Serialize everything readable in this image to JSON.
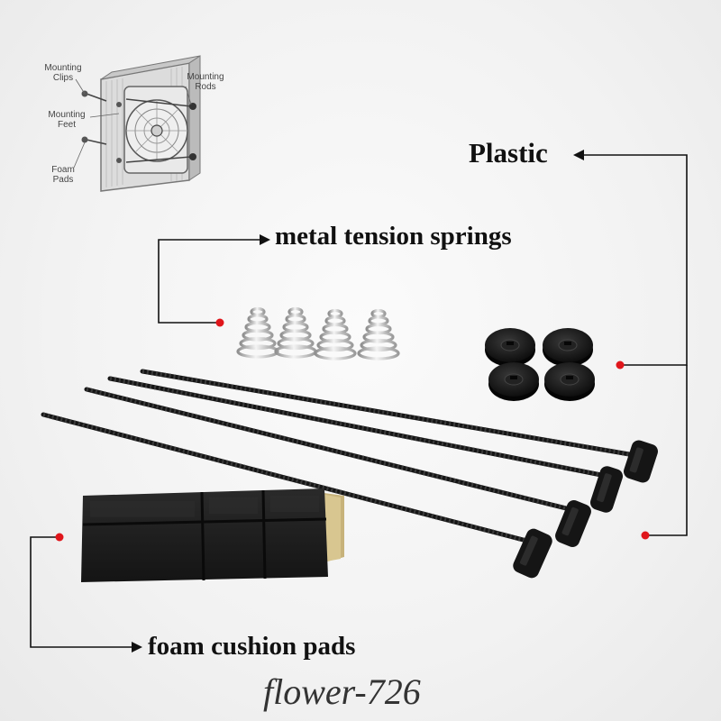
{
  "diagram": {
    "mounting_clips": "Mounting Clips",
    "mounting_feet": "Mounting Feet",
    "foam_pads": "Foam Pads",
    "mounting_rods": "Mounting Rods"
  },
  "labels": {
    "plastic": "Plastic",
    "springs": "metal tension springs",
    "foam": "foam cushion pads"
  },
  "watermark": "flower-726",
  "colors": {
    "callout_dot": "#e0161b",
    "line": "#111111",
    "foam": "#1b1b1b",
    "rubber": "#151515",
    "spring": "#c9c9c9"
  }
}
